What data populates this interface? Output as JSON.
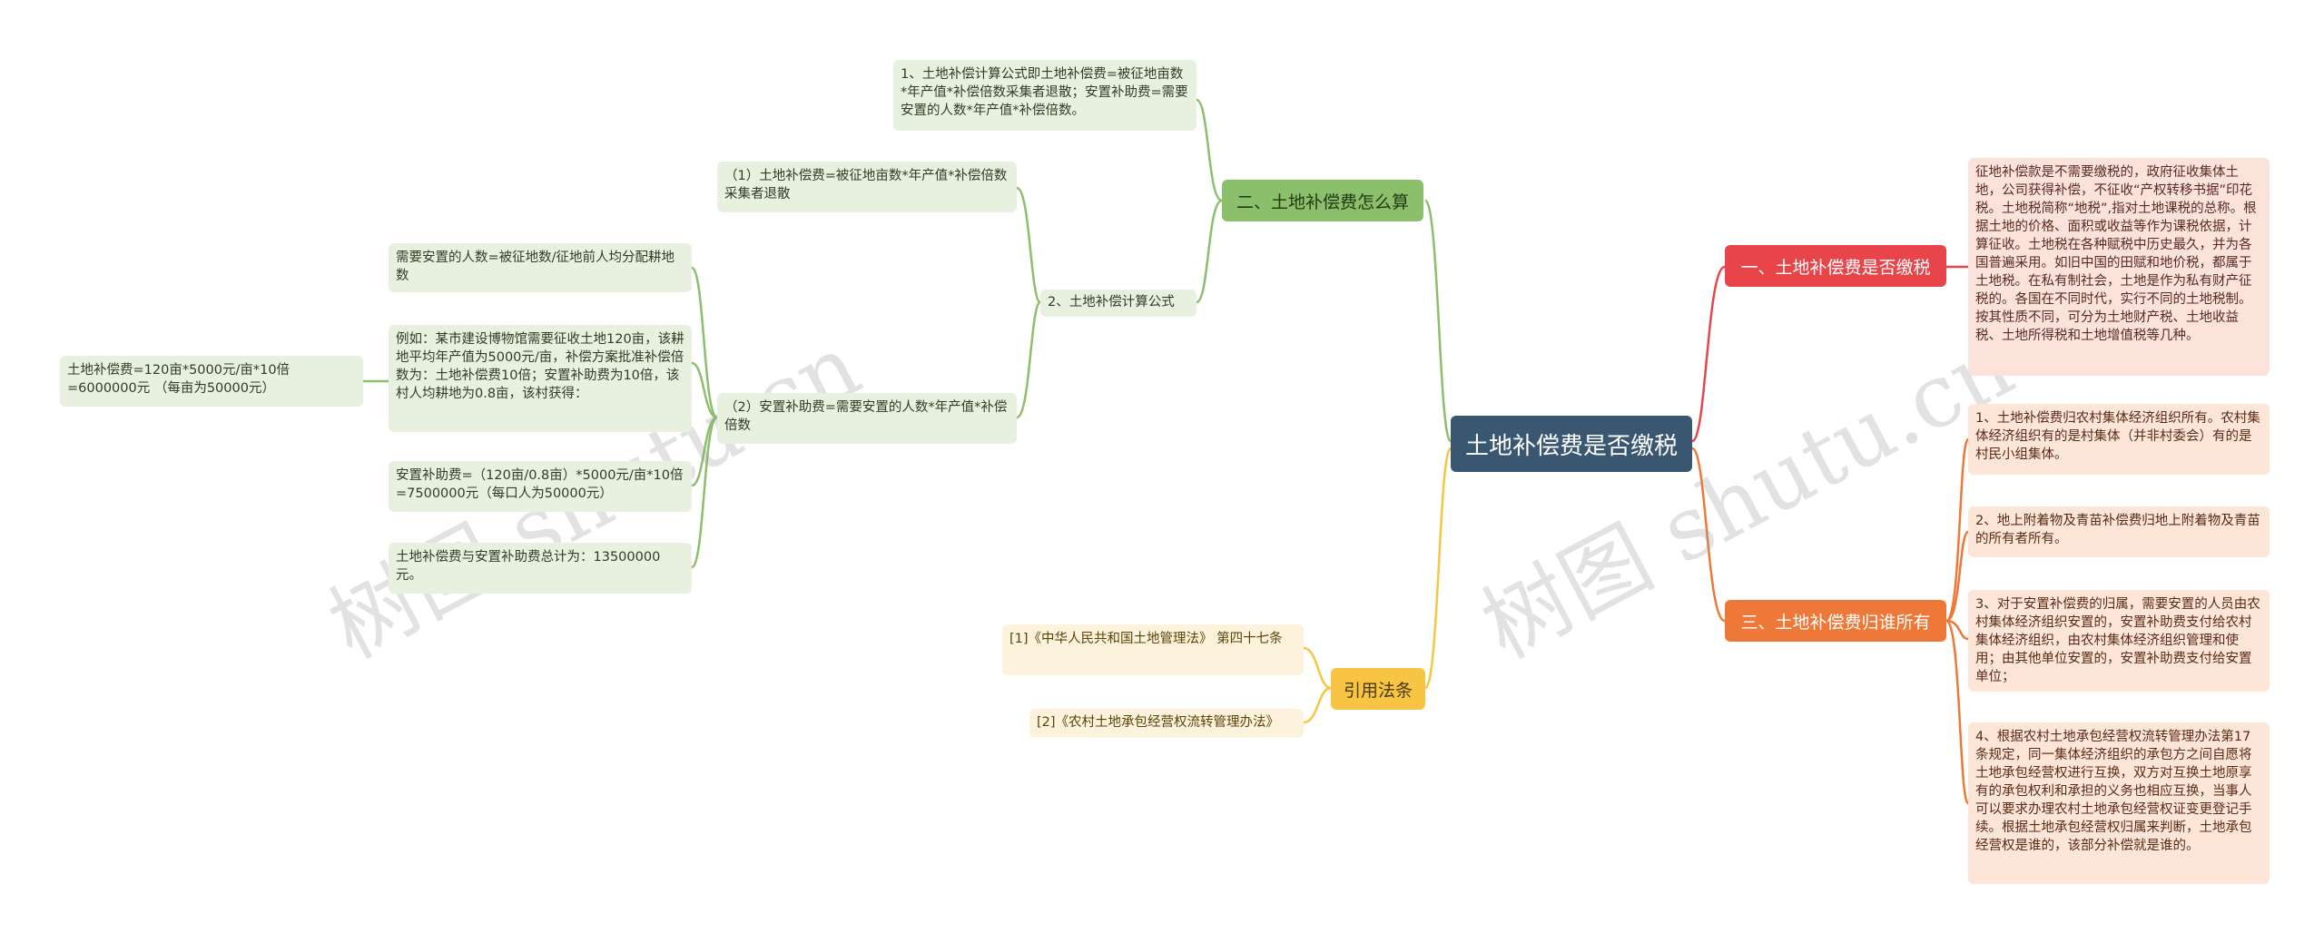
{
  "center": "土地补偿费是否缴税",
  "branches": {
    "b1": {
      "label": "一、土地补偿费是否缴税",
      "leaf": "征地补偿款是不需要缴税的，政府征收集体土地，公司获得补偿，不征收“产权转移书据”印花税。土地税简称“地税”,指对土地课税的总称。根据土地的价格、面积或收益等作为课税依据，计算征收。土地税在各种赋税中历史最久，并为各国普遍采用。如旧中国的田赋和地价税，都属于土地税。在私有制社会，土地是作为私有财产征税的。各国在不同时代，实行不同的土地税制。按其性质不同，可分为土地财产税、土地收益税、土地所得税和土地增值税等几种。"
    },
    "b2": {
      "label": "二、土地补偿费怎么算",
      "top_leaf": "1、土地补偿计算公式即土地补偿费=被征地亩数*年产值*补偿倍数采集者退散；安置补助费=需要安置的人数*年产值*补偿倍数。",
      "sub_label": "2、土地补偿计算公式",
      "formula1": "（1）土地补偿费=被征地亩数*年产值*补偿倍数采集者退散",
      "formula2": "（2）安置补助费=需要安置的人数*年产值*补偿倍数",
      "details": [
        "需要安置的人数=被征地数/征地前人均分配耕地数",
        "例如：某市建设博物馆需要征收土地120亩，该耕地平均年产值为5000元/亩，补偿方案批准补偿倍数为：土地补偿费10倍；安置补助费为10倍，该村人均耕地为0.8亩，该村获得：",
        "安置补助费=（120亩/0.8亩）*5000元/亩*10倍=7500000元（每口人为50000元）",
        "土地补偿费与安置补助费总计为：13500000元。"
      ],
      "far_leaf": "土地补偿费=120亩*5000元/亩*10倍=6000000元 （每亩为50000元）"
    },
    "b3": {
      "label": "三、土地补偿费归谁所有",
      "leaves": [
        "1、土地补偿费归农村集体经济组织所有。农村集体经济组织有的是村集体（并非村委会）有的是村民小组集体。",
        "2、地上附着物及青苗补偿费归地上附着物及青苗的所有者所有。",
        "3、对于安置补偿费的归属，需要安置的人员由农村集体经济组织安置的，安置补助费支付给农村集体经济组织，由农村集体经济组织管理和使用；由其他单位安置的，安置补助费支付给安置单位；",
        "4、根据农村土地承包经营权流转管理办法第17条规定，同一集体经济组织的承包方之间自愿将土地承包经营权进行互换，双方对互换土地原享有的承包权利和承担的义务也相应互换，当事人可以要求办理农村土地承包经营权证变更登记手续。根据土地承包经营权归属来判断，土地承包经营权是谁的，该部分补偿就是谁的。"
      ]
    },
    "b4": {
      "label": "引用法条",
      "refs": [
        "[1]《中华人民共和国土地管理法》 第四十七条",
        "[2]《农村土地承包经营权流转管理办法》"
      ]
    }
  },
  "watermarks": [
    "树图 shutu.cn",
    "树图 shutu.cn"
  ],
  "colors": {
    "center": "#3a5772",
    "red": "#e8454b",
    "orange": "#ee7838",
    "green": "#8cbf6b",
    "yellow": "#f7c543"
  }
}
